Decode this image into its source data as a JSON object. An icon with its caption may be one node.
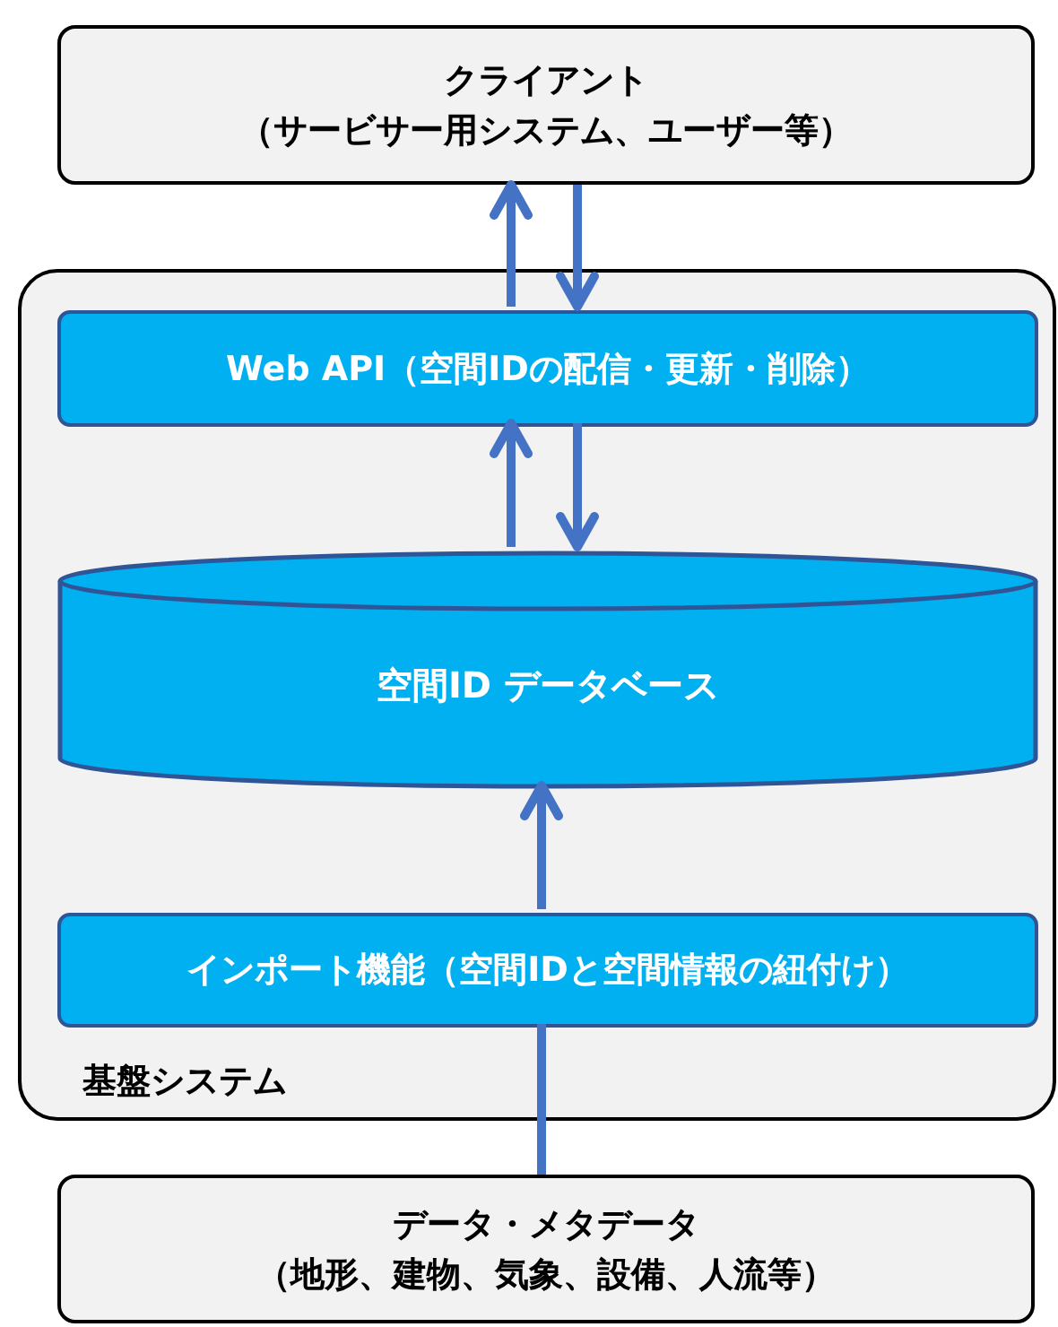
{
  "diagram": {
    "nodes": [
      {
        "text": [
          "クライアント",
          "（サービサー用システム、ユーザー等）"
        ]
      },
      {
        "text": [
          "基盤システム"
        ]
      },
      {
        "text": [
          "Web API（空間IDの配信・更新・削除）"
        ],
        "in": 1
      },
      {
        "text": [
          "空間ID データベース"
        ],
        "in": 1
      },
      {
        "text": [
          "インポート機能（空間IDと空間情報の紐付け）"
        ],
        "in": 1
      },
      {
        "text": [
          "データ・メタデータ",
          "（地形、建物、気象、設備、人流等）"
        ]
      }
    ],
    "edges": [
      {
        "from": 2,
        "to": 0,
        "arrow": "to"
      },
      {
        "from": 0,
        "to": 2,
        "arrow": "to"
      },
      {
        "from": 3,
        "to": 2,
        "arrow": "to"
      },
      {
        "from": 2,
        "to": 3,
        "arrow": "to"
      },
      {
        "from": 4,
        "to": 3,
        "arrow": "to"
      },
      {
        "from": 5,
        "to": 4,
        "arrow": "none"
      }
    ]
  }
}
